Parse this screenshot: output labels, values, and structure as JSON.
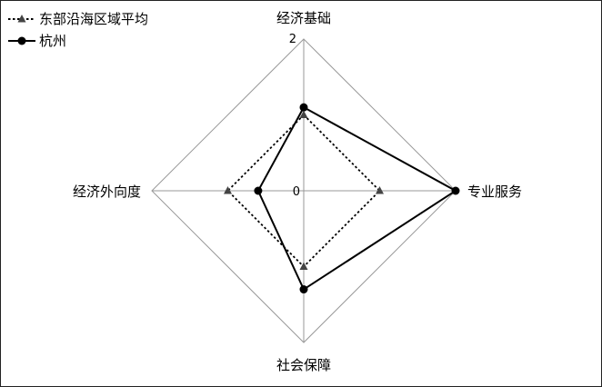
{
  "chart_data": {
    "type": "radar",
    "axes": [
      "经济基础",
      "专业服务",
      "社会保障",
      "经济外向度"
    ],
    "ticks": [
      "0",
      "2"
    ],
    "range": [
      0,
      2
    ],
    "series": [
      {
        "name": "东部沿海区域平均",
        "values": [
          1.0,
          1.0,
          1.0,
          1.0
        ],
        "style": "dotted",
        "marker": "triangle",
        "color": "#000000"
      },
      {
        "name": "杭州",
        "values": [
          1.1,
          2.0,
          1.3,
          0.6
        ],
        "style": "solid",
        "marker": "circle",
        "color": "#000000"
      }
    ],
    "grid": true,
    "legend_position": "top-left"
  }
}
